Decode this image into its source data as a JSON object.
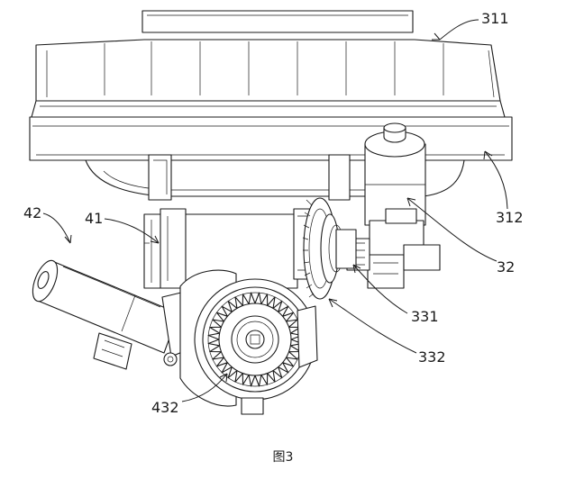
{
  "figure": {
    "caption": "图3",
    "labels": {
      "l311": "311",
      "l312": "312",
      "l32": "32",
      "l331": "331",
      "l332": "332",
      "l41": "41",
      "l42": "42",
      "l432": "432"
    }
  }
}
